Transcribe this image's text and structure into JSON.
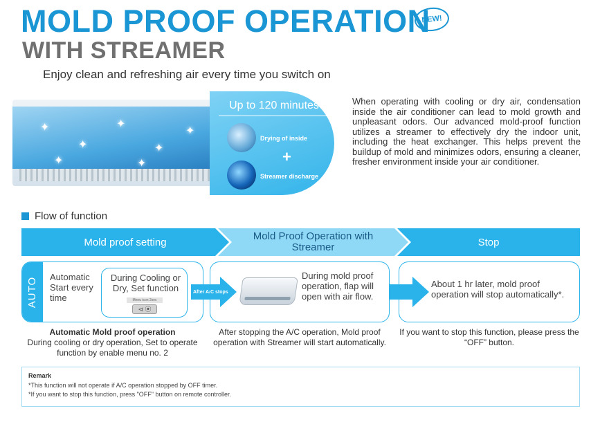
{
  "header": {
    "title_line1": "MOLD PROOF OPERATION",
    "badge": "NEW!",
    "title_line2": "WITH STREAMER",
    "subtitle": "Enjoy clean and refreshing air every time you switch on"
  },
  "hero": {
    "duration": "Up to 120 minutes",
    "item1": "Drying of inside",
    "plus": "+",
    "item2": "Streamer discharge"
  },
  "description": "When operating with cooling or dry air, condensation inside the air conditioner can lead to mold growth and unpleasant odors. Our advanced mold-proof function utilizes a streamer to effectively dry the indoor unit, including the heat exchanger. This helps prevent the buildup of mold and minimizes odors, ensuring a cleaner, fresher environment inside your air conditioner.",
  "flow": {
    "heading": "Flow of function",
    "steps": [
      "Mold proof setting",
      "Mold Proof Operation with Streamer",
      "Stop"
    ],
    "box1": {
      "tab": "AUTO",
      "text": "Automatic Start every time",
      "inner_text": "During Cooling or Dry, Set function",
      "remote_label": "Menu icon 2sec",
      "remote_button": "⊲ ⦿"
    },
    "arrow1": "After A/C stops",
    "box2_text": "During mold proof operation, flap will open with air flow.",
    "box3_text": "About 1 hr later, mold proof operation will stop automatically*.",
    "caption1_title": "Automatic Mold proof operation",
    "caption1_body": "During cooling or dry operation, Set to operate function by enable menu no. 2",
    "caption2": "After stopping the A/C operation, Mold proof operation with Streamer will start automatically.",
    "caption3": "If you want to stop this function, please press the “OFF” button."
  },
  "remark": {
    "title": "Remark",
    "line1": "*This function will not operate if A/C operation stopped by OFF timer.",
    "line2": "*If you want to stop this function, press \"OFF\" button on remote controller."
  },
  "colors": {
    "brand_blue": "#1a96d4",
    "step_blue": "#29b3ea",
    "step_light": "#8fd9f6",
    "title_gray": "#707070"
  }
}
